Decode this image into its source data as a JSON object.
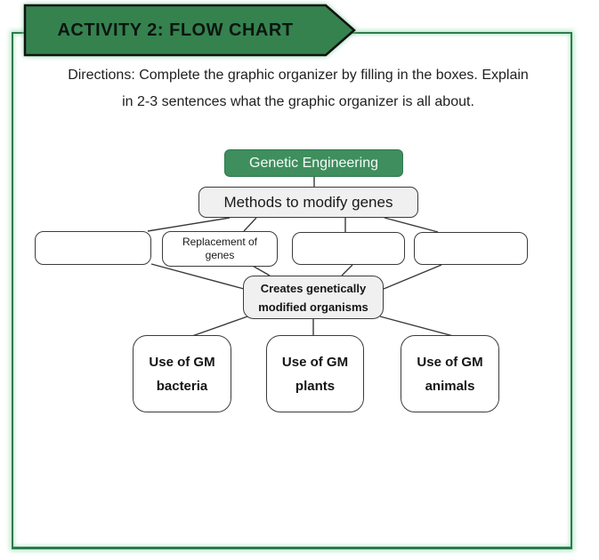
{
  "banner": {
    "title": "ACTIVITY 2: FLOW CHART"
  },
  "directions": {
    "line1": "Directions: Complete the graphic organizer by filling in the boxes. Explain",
    "line2": "in 2-3 sentences what the graphic organizer is all about."
  },
  "flowchart": {
    "root": {
      "label": "Genetic Engineering"
    },
    "level2": {
      "label": "Methods to modify genes"
    },
    "row3": {
      "box2_line1": "Replacement of",
      "box2_line2": "genes"
    },
    "center": {
      "line1": "Creates genetically",
      "line2": "modified organisms"
    },
    "bottom": [
      {
        "line1": "Use of GM",
        "line2": "bacteria"
      },
      {
        "line1": "Use of GM",
        "line2": "plants"
      },
      {
        "line1": "Use of GM",
        "line2": "animals"
      }
    ]
  },
  "colors": {
    "banner_green": "#35824F",
    "node_green": "#3E8E5E",
    "node_gray": "#F0F0F0",
    "page_border_green": "#2C7C4C",
    "glow_green": "#B9E8CA",
    "connector": "#3A3A3A"
  }
}
